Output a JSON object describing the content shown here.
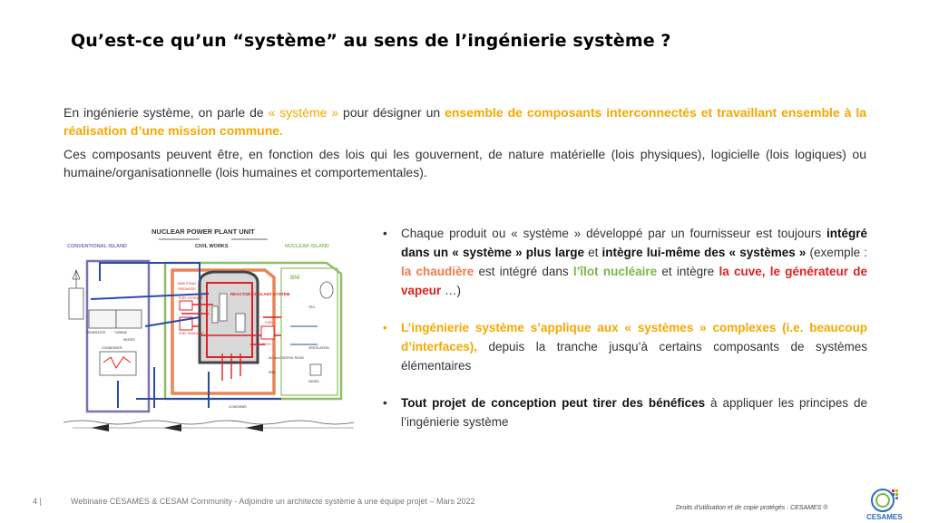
{
  "title": "Qu’est-ce qu’un “système” au sens de l’ingénierie système ?",
  "intro": {
    "p1_a": "En ingénierie système, on parle de ",
    "p1_b": "« système »",
    "p1_c": " pour désigner un ",
    "p1_d": "ensemble de composants interconnectés et travaillant ensemble à la réalisation d’une mission commune.",
    "p2": "Ces composants peuvent être, en fonction des lois qui les gouvernent, de nature matérielle (lois physiques), logicielle (lois logiques) ou humaine/organisationnelle (lois humaines et comportementales)."
  },
  "bullets": {
    "b1": {
      "t1": "Chaque produit ou « système » développé par un fournisseur est toujours ",
      "t2": "intégré dans un « système » plus large",
      "t3": " et ",
      "t4": "intègre lui-même des « systèmes »",
      "t5": " (exemple : ",
      "t6": "la chaudière",
      "t7": " est intégré dans ",
      "t8": "l’îlot nucléaire",
      "t9": " et intègre ",
      "t10": "la cuve, le générateur de vapeur",
      "t11": " …)"
    },
    "b2": {
      "t1": "L’ingénierie système s’applique aux « systèmes » complexes (i.e. beaucoup d’interfaces),",
      "t2": " depuis la tranche jusqu’à certains composants de systèmes élémentaires"
    },
    "b3": {
      "t1": "Tout projet de conception peut tirer des bénéfices",
      "t2": " à appliquer les principes de l’ingénierie système"
    }
  },
  "diagram": {
    "title": "NUCLEAR POWER PLANT UNIT",
    "conventional": "CONVENTIONAL ISLAND",
    "civil": "CIVIL WORKS",
    "nuclear": "NUCLEAR ISLAND",
    "bni": "BNI",
    "reactor": "REACTOR COOLANT SYSTEM",
    "main_steam": "MAIN STEAM",
    "feedwater": "FEEDWATER",
    "generator": "GENERATOR",
    "turbine": "TURBINE",
    "heater": "HEATER",
    "condenser": "CONDENSER",
    "fuel_storage": "FUEL STORAGE",
    "fuel_handling": "FUEL HANDLING",
    "cvcs": "CVCS",
    "fuel": "FUEL",
    "teg": "TEG",
    "ventilation": "VENTILATION",
    "diesel": "DIESEL",
    "control_room": "I&C and CONTROL ROOM",
    "eps": "EBS",
    "ccws": "CCWS/RWS",
    "colors": {
      "conventional": "#7b6fb5",
      "nuclear": "#8cc063",
      "civil": "#e8855a",
      "reactor": "#e02020",
      "water": "#2a4aa8"
    }
  },
  "footer": {
    "page": "4   |",
    "text": "Webinaire CESAMES & CESAM Community - Adjoindre un architecte système à une équipe projet – Mars 2022",
    "copyright": "Droits d’utilisation et de copie protégés : CESAMES ®",
    "logo": "CESAMES"
  }
}
